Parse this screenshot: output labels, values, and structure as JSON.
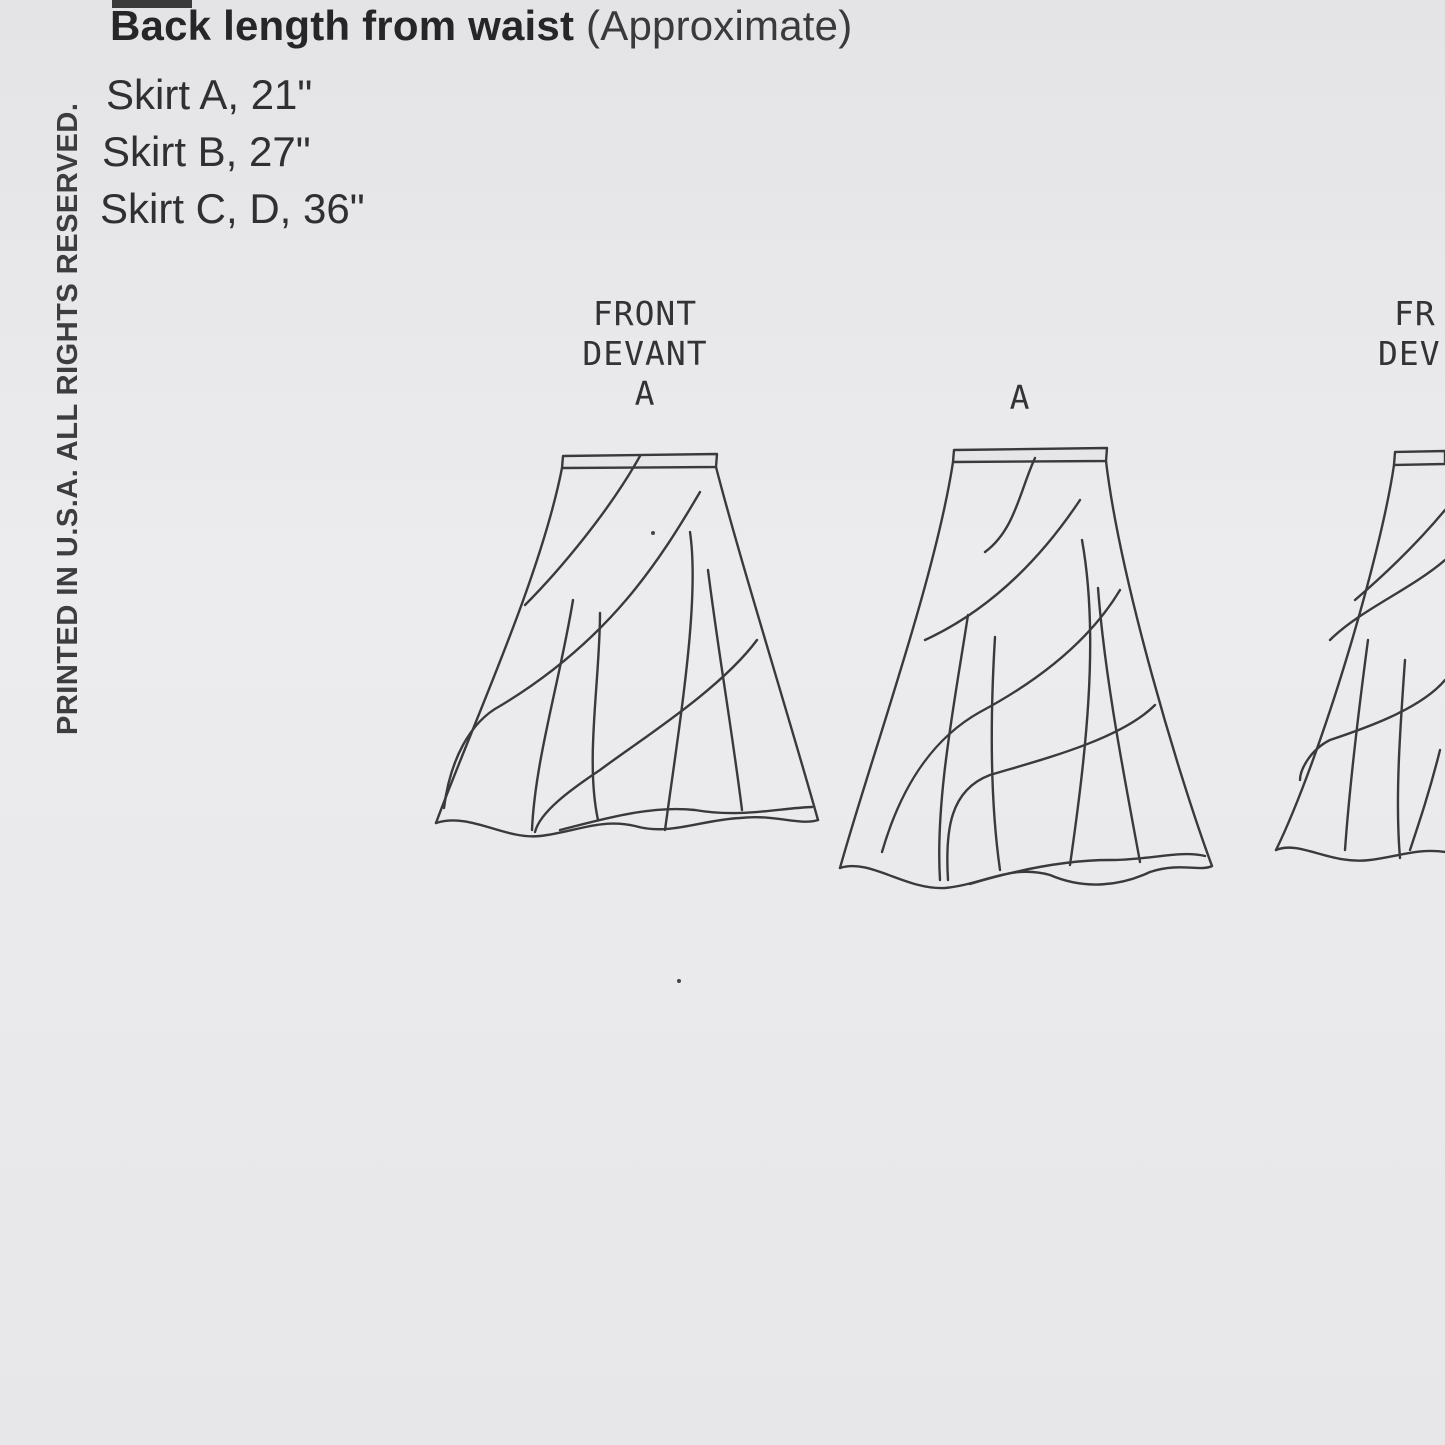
{
  "side_notice": "PRINTED IN U.S.A. ALL RIGHTS RESERVED.",
  "heading": {
    "bold": "Back length from waist",
    "plain": "(Approximate)"
  },
  "lengths": [
    "Skirt A, 21\"",
    "Skirt B, 27\"",
    "Skirt C, D, 36\""
  ],
  "views": [
    {
      "line1": "FRONT",
      "line2": "DEVANT",
      "line3": "A"
    },
    {
      "line1": "",
      "line2": "",
      "line3": "A"
    },
    {
      "line1": "FR",
      "line2": "DEV",
      "line3": ""
    }
  ]
}
